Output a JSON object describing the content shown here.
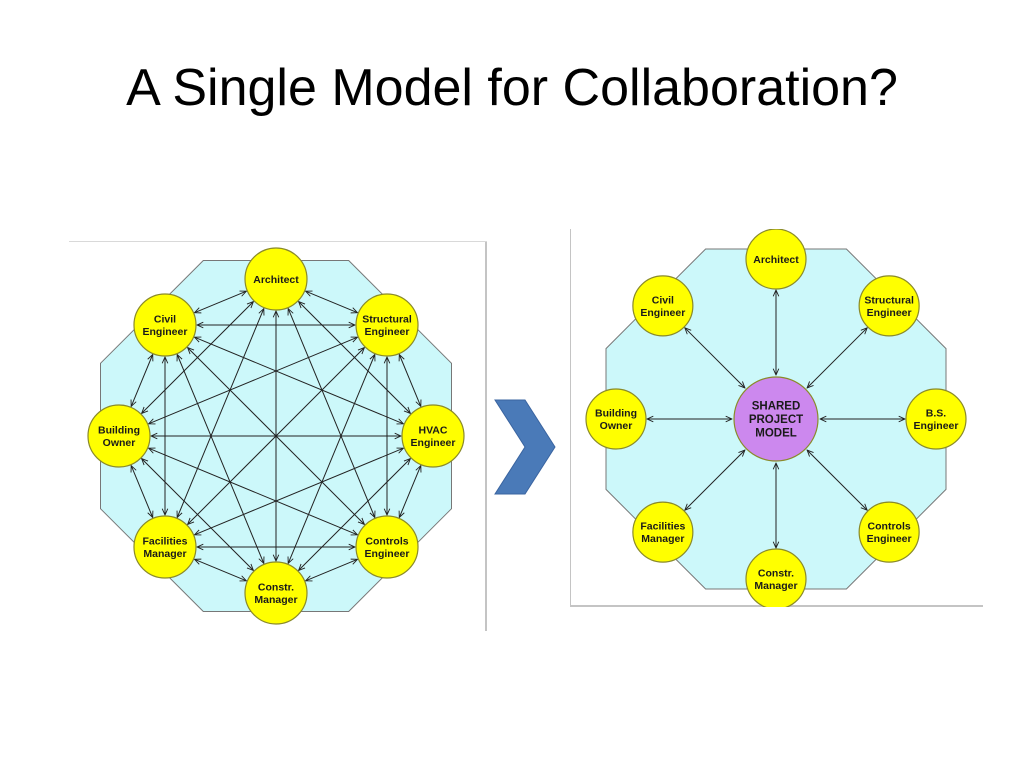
{
  "title": "A Single Model for Collaboration?",
  "colors": {
    "cloud": "#ccf8fa",
    "node_fill": "#ffff00",
    "node_stroke": "#8a8a2a",
    "center_fill": "#cc88ee",
    "chevron": "#4a7ab8",
    "line": "#222222"
  },
  "left_diagram": {
    "nodes": [
      {
        "id": "architect",
        "lines": [
          "Architect"
        ]
      },
      {
        "id": "structural",
        "lines": [
          "Structural",
          "Engineer"
        ]
      },
      {
        "id": "hvac",
        "lines": [
          "HVAC",
          "Engineer"
        ]
      },
      {
        "id": "controls",
        "lines": [
          "Controls",
          "Engineer"
        ]
      },
      {
        "id": "constr",
        "lines": [
          "Constr.",
          "Manager"
        ]
      },
      {
        "id": "facilities",
        "lines": [
          "Facilities",
          "Manager"
        ]
      },
      {
        "id": "owner",
        "lines": [
          "Building",
          "Owner"
        ]
      },
      {
        "id": "civil",
        "lines": [
          "Civil",
          "Engineer"
        ]
      }
    ]
  },
  "right_diagram": {
    "center": {
      "lines": [
        "SHARED",
        "PROJECT",
        "MODEL"
      ]
    },
    "nodes": [
      {
        "id": "architect",
        "lines": [
          "Architect"
        ]
      },
      {
        "id": "structural",
        "lines": [
          "Structural",
          "Engineer"
        ]
      },
      {
        "id": "bs",
        "lines": [
          "B.S.",
          "Engineer"
        ]
      },
      {
        "id": "controls",
        "lines": [
          "Controls",
          "Engineer"
        ]
      },
      {
        "id": "constr",
        "lines": [
          "Constr.",
          "Manager"
        ]
      },
      {
        "id": "facilities",
        "lines": [
          "Facilities",
          "Manager"
        ]
      },
      {
        "id": "owner",
        "lines": [
          "Building",
          "Owner"
        ]
      },
      {
        "id": "civil",
        "lines": [
          "Civil",
          "Engineer"
        ]
      }
    ]
  }
}
